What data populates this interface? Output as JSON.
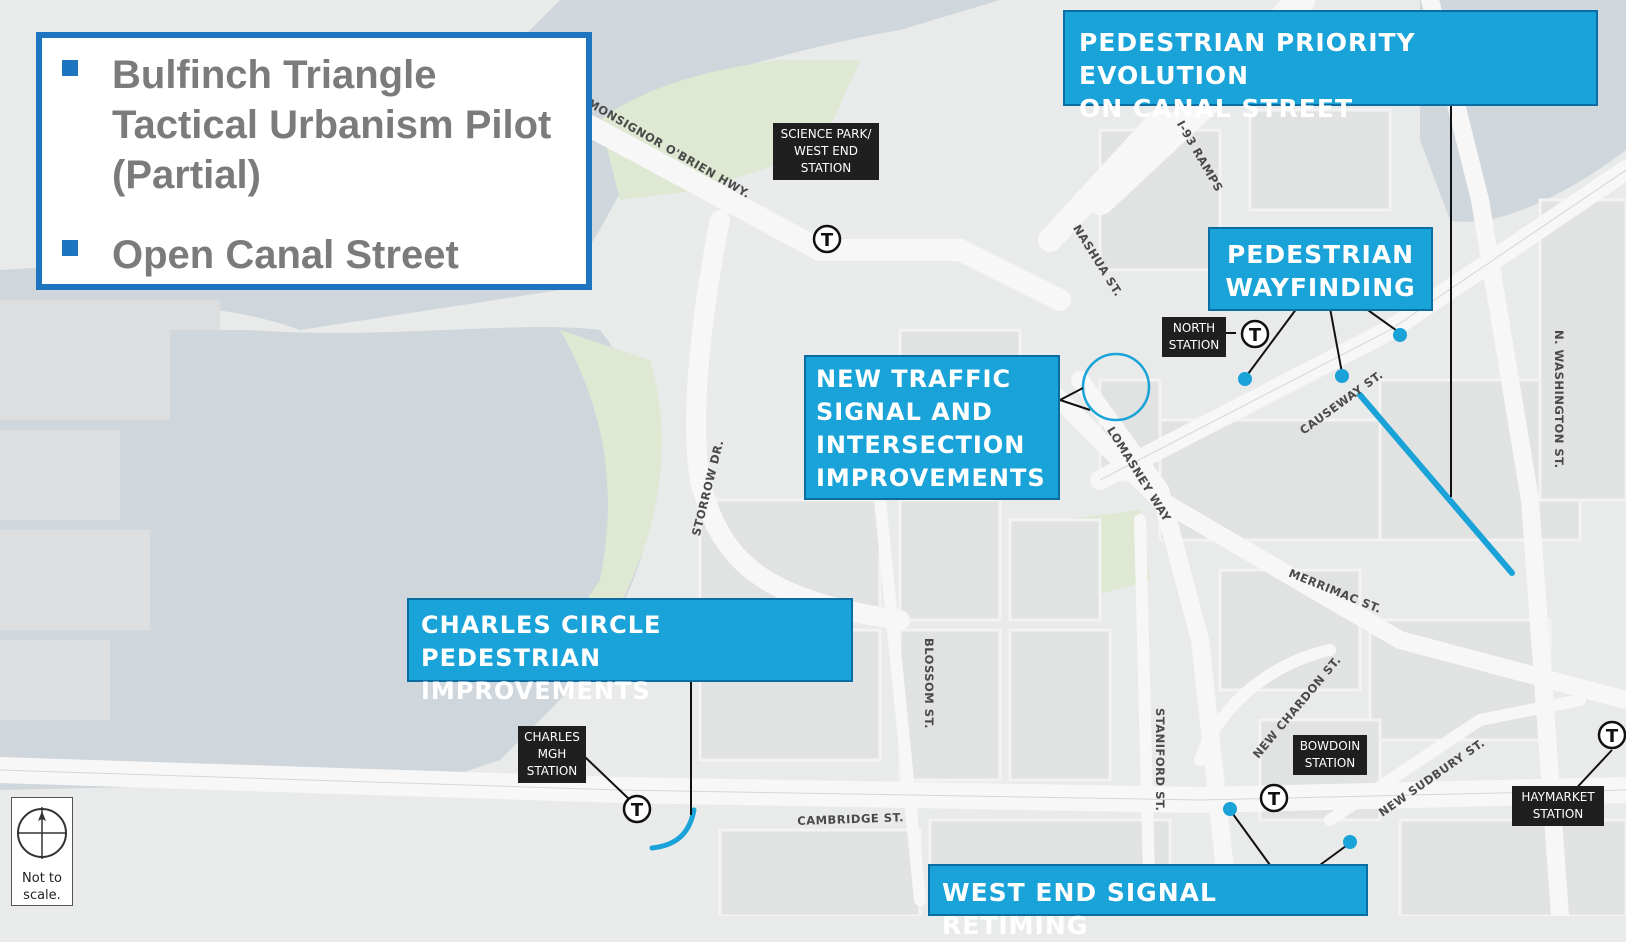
{
  "legend": {
    "items": [
      {
        "label": "Bulfinch Triangle\nTactical Urbanism Pilot\n(Partial)"
      },
      {
        "label": "Open Canal Street"
      }
    ]
  },
  "callouts": {
    "canal_street": "PEDESTRIAN PRIORITY EVOLUTION\nON CANAL STREET",
    "wayfinding": "PEDESTRIAN\nWAYFINDING",
    "traffic_signal": "NEW TRAFFIC\nSIGNAL AND\nINTERSECTION\nIMPROVEMENTS",
    "charles_circle": "CHARLES CIRCLE\nPEDESTRIAN IMPROVEMENTS",
    "west_end": "WEST END SIGNAL RETIMING"
  },
  "stations": {
    "science_park": "SCIENCE PARK/\nWEST END\nSTATION",
    "north": "NORTH\nSTATION",
    "charles_mgh": "CHARLES\nMGH\nSTATION",
    "bowdoin": "BOWDOIN\nSTATION",
    "haymarket": "HAYMARKET\nSTATION"
  },
  "streets": {
    "obrien": "MONSIGNOR O'BRIEN HWY.",
    "i93": "I-93 RAMPS",
    "nashua": "NASHUA ST.",
    "causeway": "CAUSEWAY ST.",
    "lomasney": "LOMASNEY WAY",
    "storrow": "STORROW DR.",
    "merrimac": "MERRIMAC ST.",
    "washington": "N. WASHINGTON ST.",
    "blossom": "BLOSSOM ST.",
    "staniford": "STANIFORD ST.",
    "new_chardon": "NEW CHARDON ST.",
    "new_sudbury": "NEW SUDBURY ST.",
    "cambridge": "CAMBRIDGE ST."
  },
  "transit_symbol": "T",
  "scale_note": "Not to\nscale.",
  "colors": {
    "water": "#cfd6dc",
    "land": "#e9eaea",
    "road": "#f7f7f7",
    "park": "#dfe8d2",
    "highlight": "#1aa3d8",
    "legend_border": "#1d74bf"
  }
}
